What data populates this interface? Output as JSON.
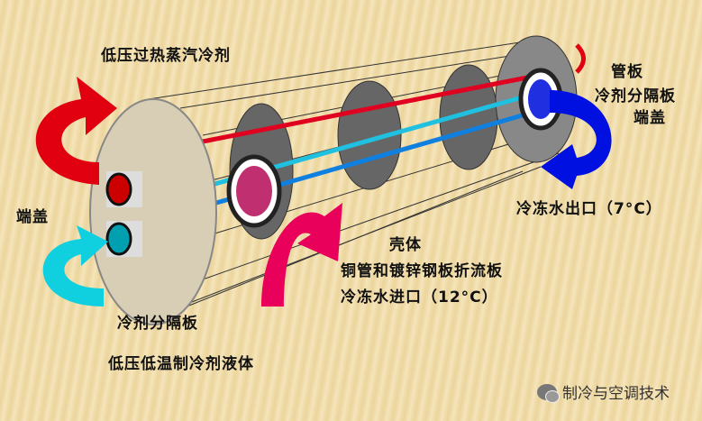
{
  "labels": {
    "top_inlet": "低压过热蒸汽冷剂",
    "tube_sheet": "管板",
    "right_partition": "冷剂分隔板",
    "right_end_cover": "端盖",
    "water_outlet": "冷冻水出口（7°C）",
    "left_end_cover": "端盖",
    "shell": "壳体",
    "tubes_baffles": "铜管和镀锌钢板折流板",
    "water_inlet": "冷冻水进口（12°C）",
    "left_partition": "冷剂分隔板",
    "liquid_inlet": "低压低温制冷剂液体"
  },
  "watermark": "制冷与空调技术",
  "colors": {
    "refrigerant_hot": "#e00000",
    "refrigerant_cold": "#00d0e0",
    "water_in": "#e0005a",
    "water_out": "#0010e0"
  }
}
